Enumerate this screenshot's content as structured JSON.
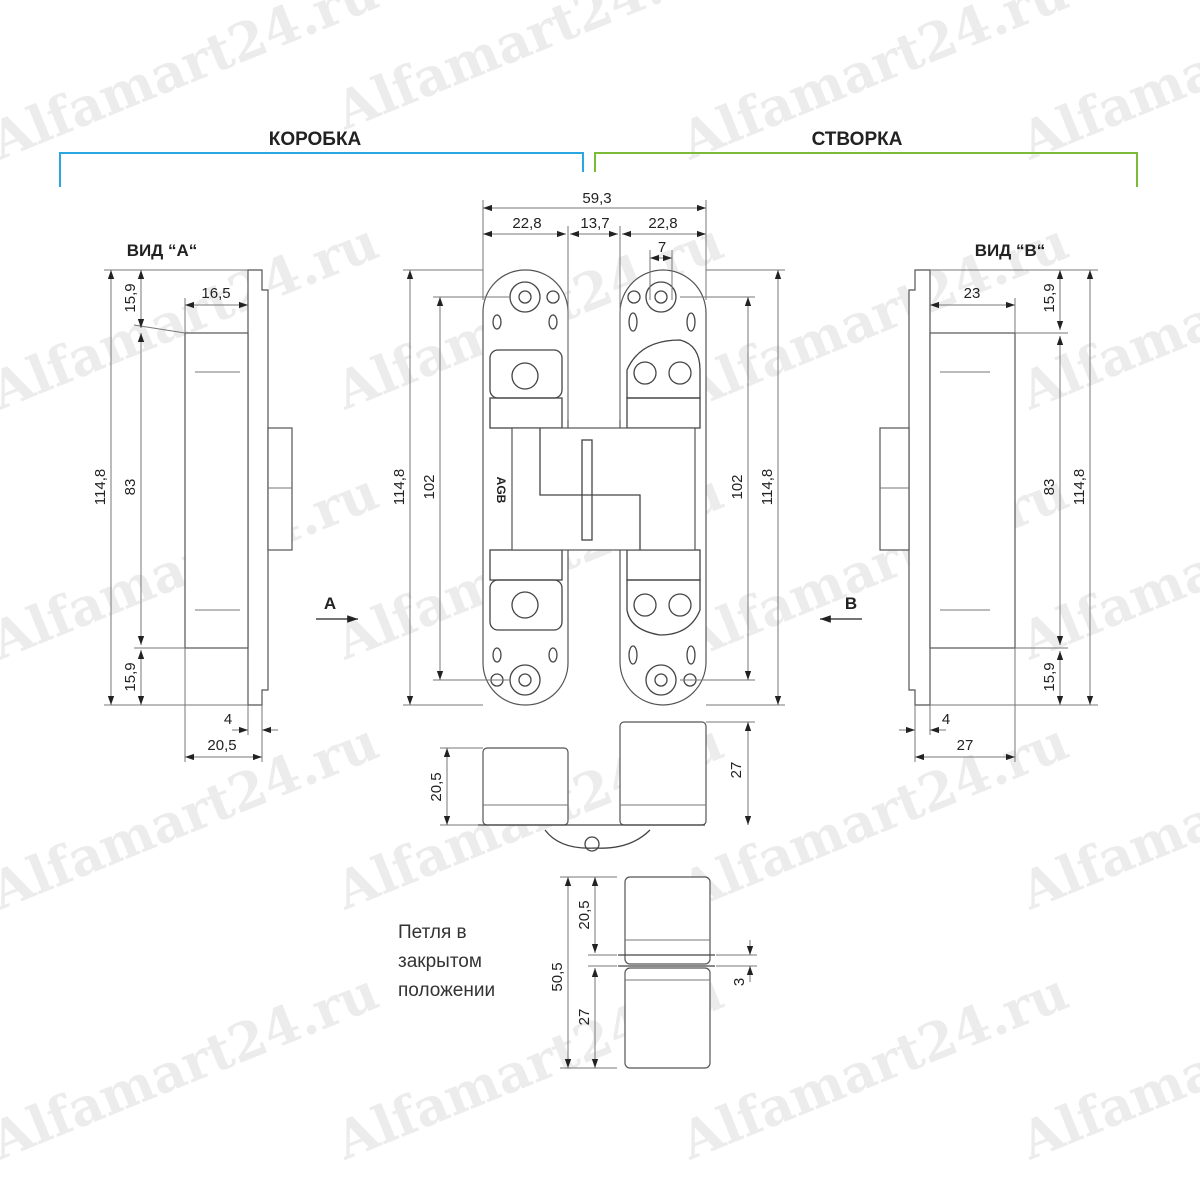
{
  "watermark": "Alfamart24.ru",
  "headers": {
    "frame": "КОРОБКА",
    "leaf": "СТВОРКА",
    "frame_color": "#2aa7e0",
    "leaf_color": "#7cbb3a"
  },
  "view_a": {
    "title": "ВИД “A“",
    "dims": {
      "total": "114,8",
      "top": "15,9",
      "middle": "83",
      "bottom": "15,9",
      "width_top": "16,5",
      "offset": "4",
      "depth": "20,5"
    }
  },
  "view_b": {
    "title": "ВИД “B“",
    "dims": {
      "total": "114,8",
      "top": "15,9",
      "middle": "83",
      "bottom": "15,9",
      "width_top": "23",
      "offset": "4",
      "depth": "27"
    }
  },
  "front": {
    "dims": {
      "overall_width": "59,3",
      "left_leaf": "22,8",
      "gap": "13,7",
      "right_leaf": "22,8",
      "hole": "7",
      "height_left": "114,8",
      "holes_left": "102",
      "holes_right": "102",
      "height_right": "114,8"
    },
    "logo": "AGB"
  },
  "arrows": {
    "a": "A",
    "b": "B"
  },
  "open_view": {
    "left_depth": "20,5",
    "right_depth": "27"
  },
  "closed_view": {
    "total": "50,5",
    "top": "20,5",
    "bottom": "27",
    "gap": "3",
    "caption": [
      "Петля в",
      "закрытом",
      "положении"
    ]
  }
}
